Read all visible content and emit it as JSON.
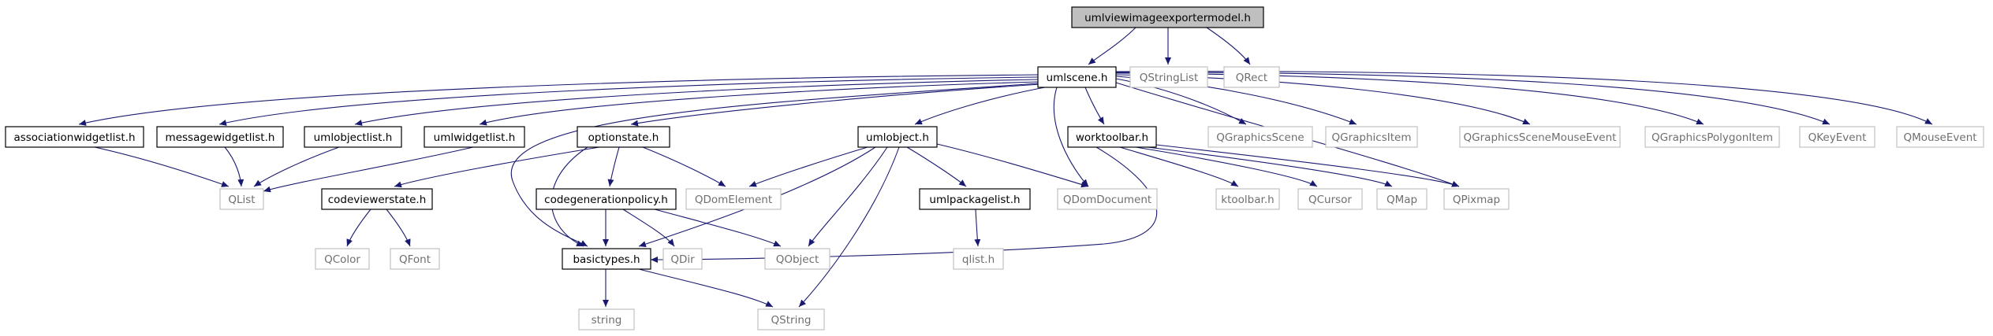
{
  "diagram": {
    "nodes": [
      {
        "id": "umlviewimageexportermodel_h",
        "label": "umlviewimageexportermodel.h",
        "style": "root"
      },
      {
        "id": "umlscene_h",
        "label": "umlscene.h",
        "style": "strong"
      },
      {
        "id": "QStringList",
        "label": "QStringList",
        "style": "faint"
      },
      {
        "id": "QRect",
        "label": "QRect",
        "style": "faint"
      },
      {
        "id": "associationwidgetlist_h",
        "label": "associationwidgetlist.h",
        "style": "strong"
      },
      {
        "id": "messagewidgetlist_h",
        "label": "messagewidgetlist.h",
        "style": "strong"
      },
      {
        "id": "umlobjectlist_h",
        "label": "umlobjectlist.h",
        "style": "strong"
      },
      {
        "id": "umlwidgetlist_h",
        "label": "umlwidgetlist.h",
        "style": "strong"
      },
      {
        "id": "optionstate_h",
        "label": "optionstate.h",
        "style": "strong"
      },
      {
        "id": "umlobject_h",
        "label": "umlobject.h",
        "style": "strong"
      },
      {
        "id": "worktoolbar_h",
        "label": "worktoolbar.h",
        "style": "strong"
      },
      {
        "id": "QGraphicsScene",
        "label": "QGraphicsScene",
        "style": "faint"
      },
      {
        "id": "QGraphicsItem",
        "label": "QGraphicsItem",
        "style": "faint"
      },
      {
        "id": "QGraphicsSceneMouseEvent",
        "label": "QGraphicsSceneMouseEvent",
        "style": "faint"
      },
      {
        "id": "QGraphicsPolygonItem",
        "label": "QGraphicsPolygonItem",
        "style": "faint"
      },
      {
        "id": "QKeyEvent",
        "label": "QKeyEvent",
        "style": "faint"
      },
      {
        "id": "QMouseEvent",
        "label": "QMouseEvent",
        "style": "faint"
      },
      {
        "id": "QList",
        "label": "QList",
        "style": "faint"
      },
      {
        "id": "codeviewerstate_h",
        "label": "codeviewerstate.h",
        "style": "strong"
      },
      {
        "id": "codegenerationpolicy_h",
        "label": "codegenerationpolicy.h",
        "style": "strong"
      },
      {
        "id": "QDomElement",
        "label": "QDomElement",
        "style": "faint"
      },
      {
        "id": "umlpackagelist_h",
        "label": "umlpackagelist.h",
        "style": "strong"
      },
      {
        "id": "QDomDocument",
        "label": "QDomDocument",
        "style": "faint"
      },
      {
        "id": "ktoolbar_h",
        "label": "ktoolbar.h",
        "style": "faint"
      },
      {
        "id": "QCursor",
        "label": "QCursor",
        "style": "faint"
      },
      {
        "id": "QMap",
        "label": "QMap",
        "style": "faint"
      },
      {
        "id": "QPixmap",
        "label": "QPixmap",
        "style": "faint"
      },
      {
        "id": "QColor",
        "label": "QColor",
        "style": "faint"
      },
      {
        "id": "QFont",
        "label": "QFont",
        "style": "faint"
      },
      {
        "id": "basictypes_h",
        "label": "basictypes.h",
        "style": "strong"
      },
      {
        "id": "QDir",
        "label": "QDir",
        "style": "faint"
      },
      {
        "id": "QObject",
        "label": "QObject",
        "style": "faint"
      },
      {
        "id": "qlist_h",
        "label": "qlist.h",
        "style": "faint"
      },
      {
        "id": "string",
        "label": "string",
        "style": "faint"
      },
      {
        "id": "QString",
        "label": "QString",
        "style": "faint"
      }
    ],
    "edges": [
      {
        "from": "umlviewimageexportermodel_h",
        "to": "umlscene_h"
      },
      {
        "from": "umlviewimageexportermodel_h",
        "to": "QStringList"
      },
      {
        "from": "umlviewimageexportermodel_h",
        "to": "QRect"
      },
      {
        "from": "umlscene_h",
        "to": "associationwidgetlist_h"
      },
      {
        "from": "umlscene_h",
        "to": "messagewidgetlist_h"
      },
      {
        "from": "umlscene_h",
        "to": "umlobjectlist_h"
      },
      {
        "from": "umlscene_h",
        "to": "umlwidgetlist_h"
      },
      {
        "from": "umlscene_h",
        "to": "optionstate_h"
      },
      {
        "from": "umlscene_h",
        "to": "umlobject_h"
      },
      {
        "from": "umlscene_h",
        "to": "worktoolbar_h"
      },
      {
        "from": "umlscene_h",
        "to": "QGraphicsScene"
      },
      {
        "from": "umlscene_h",
        "to": "QGraphicsItem"
      },
      {
        "from": "umlscene_h",
        "to": "QGraphicsSceneMouseEvent"
      },
      {
        "from": "umlscene_h",
        "to": "QGraphicsPolygonItem"
      },
      {
        "from": "umlscene_h",
        "to": "QKeyEvent"
      },
      {
        "from": "umlscene_h",
        "to": "QMouseEvent"
      },
      {
        "from": "umlscene_h",
        "to": "QDomDocument"
      },
      {
        "from": "umlscene_h",
        "to": "QPixmap"
      },
      {
        "from": "umlscene_h",
        "to": "basictypes_h"
      },
      {
        "from": "associationwidgetlist_h",
        "to": "QList"
      },
      {
        "from": "messagewidgetlist_h",
        "to": "QList"
      },
      {
        "from": "umlobjectlist_h",
        "to": "QList"
      },
      {
        "from": "umlwidgetlist_h",
        "to": "QList"
      },
      {
        "from": "optionstate_h",
        "to": "codeviewerstate_h"
      },
      {
        "from": "optionstate_h",
        "to": "codegenerationpolicy_h"
      },
      {
        "from": "optionstate_h",
        "to": "QDomElement"
      },
      {
        "from": "optionstate_h",
        "to": "basictypes_h"
      },
      {
        "from": "codeviewerstate_h",
        "to": "QColor"
      },
      {
        "from": "codeviewerstate_h",
        "to": "QFont"
      },
      {
        "from": "codegenerationpolicy_h",
        "to": "basictypes_h"
      },
      {
        "from": "codegenerationpolicy_h",
        "to": "QDir"
      },
      {
        "from": "codegenerationpolicy_h",
        "to": "QObject"
      },
      {
        "from": "umlobject_h",
        "to": "QDomElement"
      },
      {
        "from": "umlobject_h",
        "to": "umlpackagelist_h"
      },
      {
        "from": "umlobject_h",
        "to": "QDomDocument"
      },
      {
        "from": "umlobject_h",
        "to": "basictypes_h"
      },
      {
        "from": "umlobject_h",
        "to": "QObject"
      },
      {
        "from": "umlobject_h",
        "to": "QString"
      },
      {
        "from": "umlpackagelist_h",
        "to": "qlist_h"
      },
      {
        "from": "worktoolbar_h",
        "to": "ktoolbar_h"
      },
      {
        "from": "worktoolbar_h",
        "to": "QCursor"
      },
      {
        "from": "worktoolbar_h",
        "to": "QMap"
      },
      {
        "from": "worktoolbar_h",
        "to": "QPixmap"
      },
      {
        "from": "worktoolbar_h",
        "to": "basictypes_h"
      },
      {
        "from": "basictypes_h",
        "to": "string"
      },
      {
        "from": "basictypes_h",
        "to": "QString"
      }
    ]
  },
  "colors": {
    "edge": "#191970",
    "root_fill": "#bfbfbf",
    "strong_border": "#000000",
    "faint_border": "#c0c0c0",
    "faint_text": "#6f6f6f"
  }
}
